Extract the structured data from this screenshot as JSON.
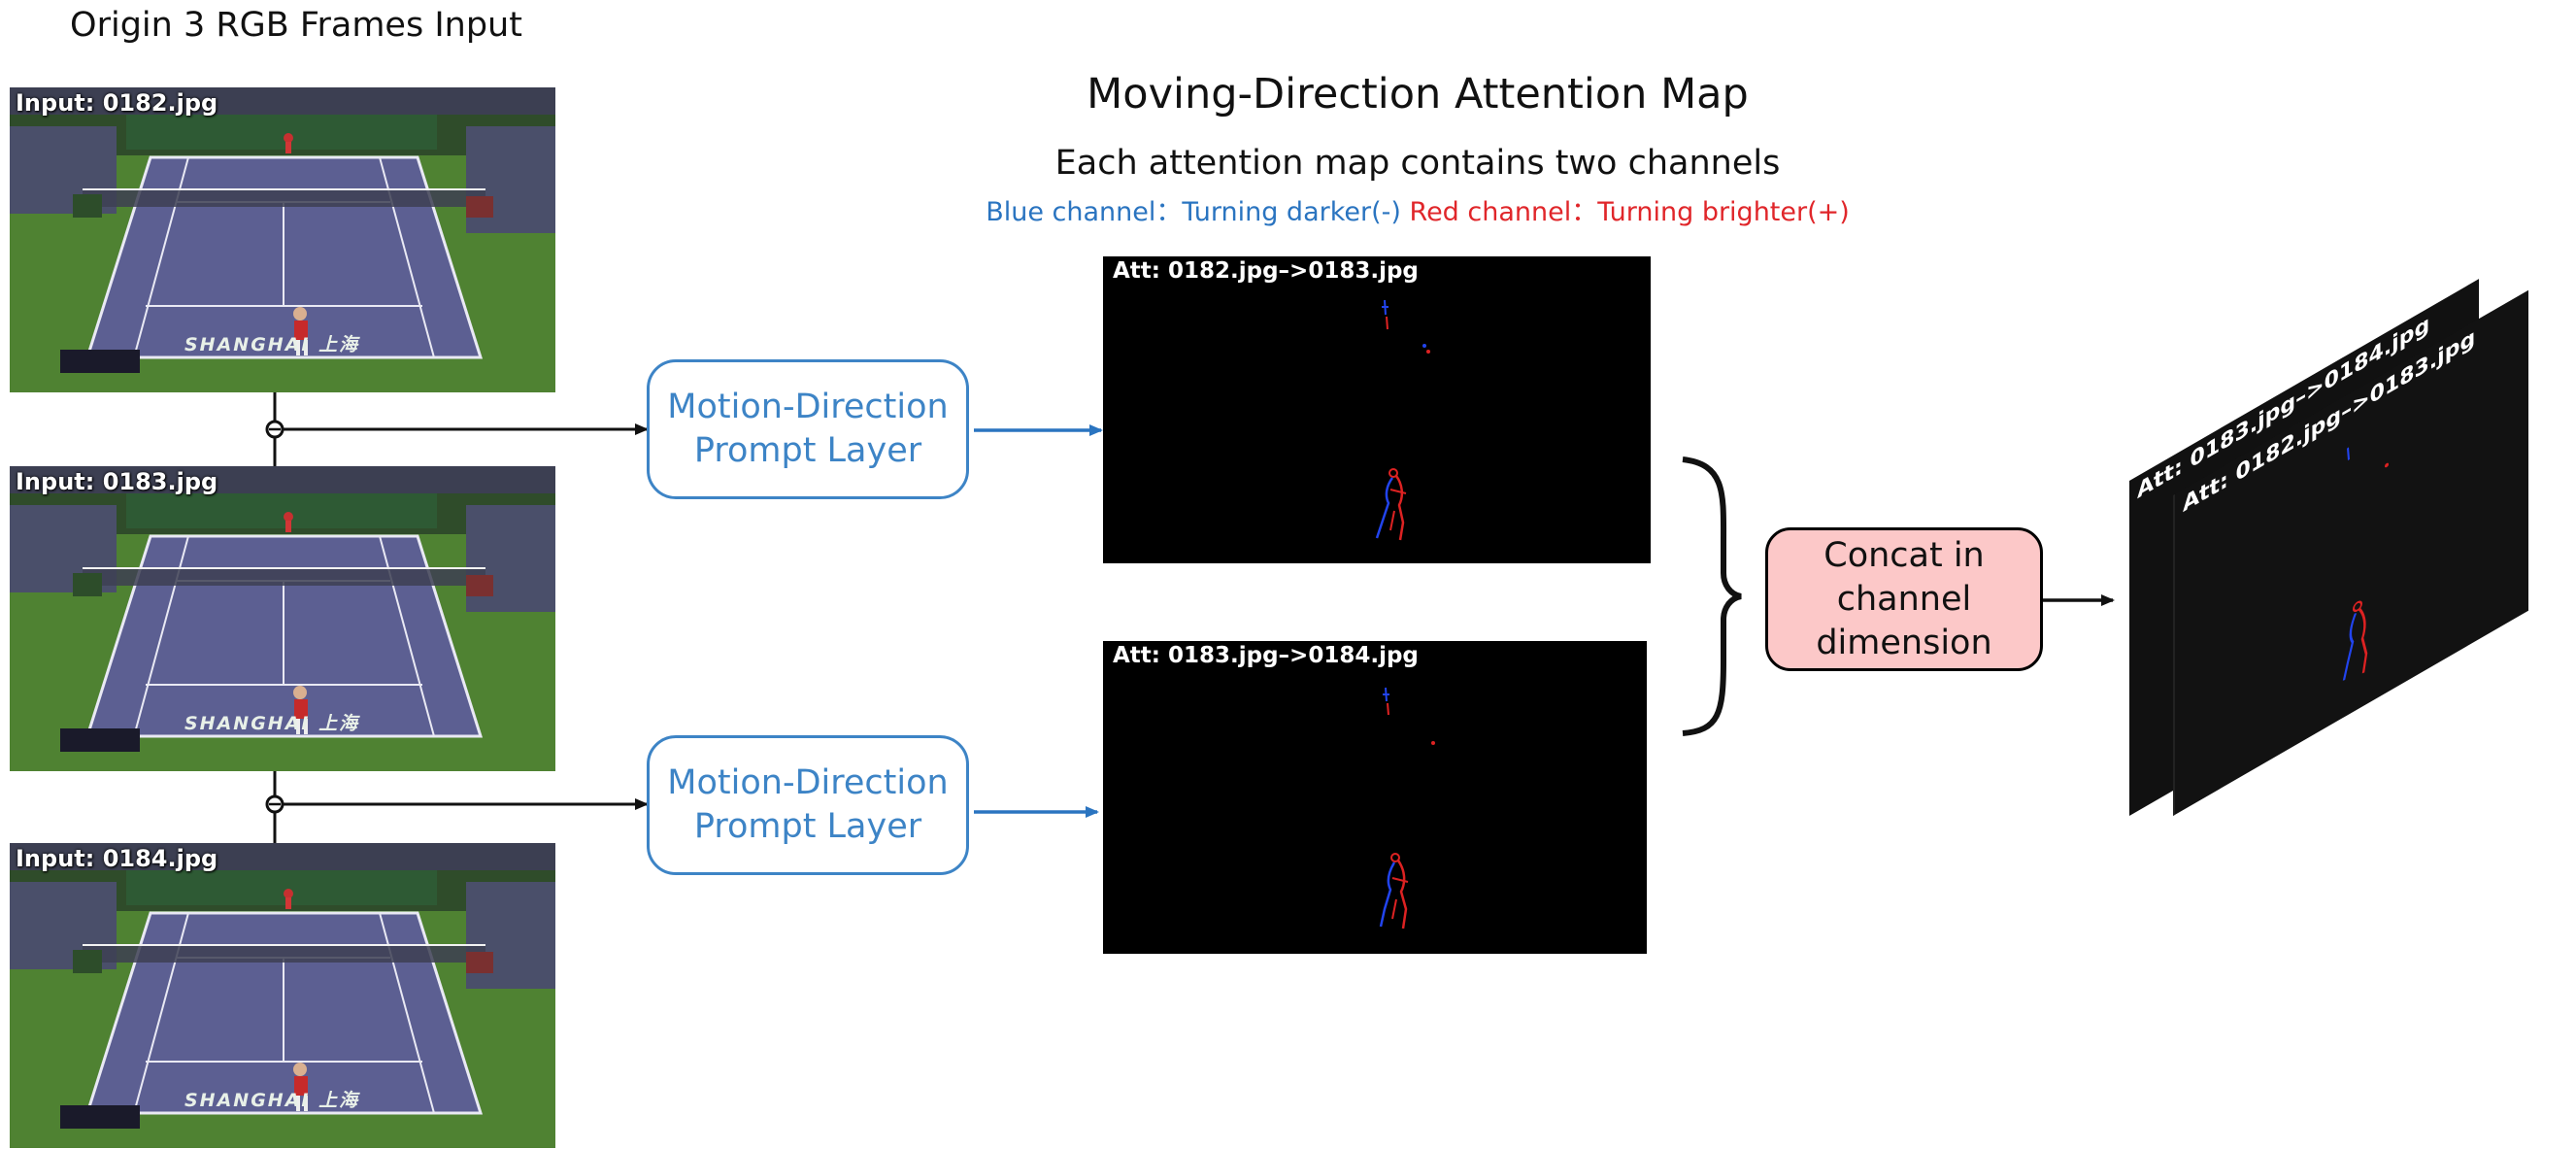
{
  "left_column": {
    "title": "Origin 3 RGB Frames Input",
    "frames": [
      {
        "label": "Input: 0182.jpg"
      },
      {
        "label": "Input: 0183.jpg"
      },
      {
        "label": "Input: 0184.jpg"
      }
    ],
    "banner_text": "SHANGHAI 上海"
  },
  "prompt_layers": [
    {
      "label_line1": "Motion-Direction",
      "label_line2": "Prompt Layer"
    },
    {
      "label_line1": "Motion-Direction",
      "label_line2": "Prompt Layer"
    }
  ],
  "attention_section": {
    "title": "Moving-Direction Attention Map",
    "subtitle": "Each attention map contains two channels",
    "legend_blue": "Blue channel：Turning darker(-)",
    "legend_red": "Red channel：Turning brighter(+)",
    "maps": [
      {
        "label": "Att: 0182.jpg–>0183.jpg"
      },
      {
        "label": "Att: 0183.jpg–>0184.jpg"
      }
    ]
  },
  "concat": {
    "line1": "Concat in",
    "line2": "channel",
    "line3": "dimension"
  },
  "stacked_maps": [
    {
      "label": "Att: 0183.jpg–>0184.jpg"
    },
    {
      "label": "Att: 0182.jpg–>0183.jpg"
    }
  ],
  "colors": {
    "prompt_blue": "#3d84c6",
    "arrow_blue": "#2a74c0",
    "legend_red": "#e0262a",
    "concat_fill": "#fcc8c8",
    "court_purple": "#5c5f92",
    "grass_green": "#4e8030"
  }
}
